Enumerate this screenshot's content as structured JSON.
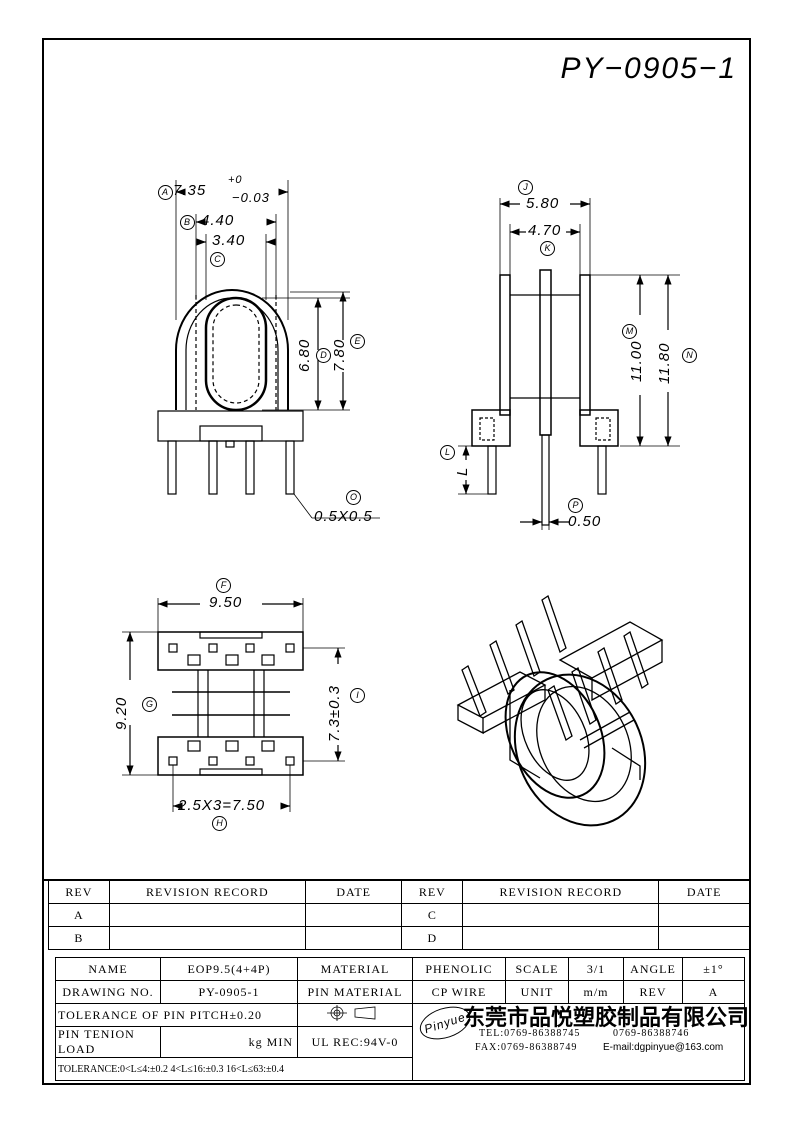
{
  "drawing": {
    "title": "PY−0905−1",
    "top_view": {
      "dims": [
        {
          "id": "A",
          "label": "7.35",
          "tol_plus": "+0",
          "tol_minus": "−0.03"
        },
        {
          "id": "B",
          "label": "4.40"
        },
        {
          "id": "C",
          "label": "3.40"
        },
        {
          "id": "D",
          "label": "6.80"
        },
        {
          "id": "E",
          "label": "7.80"
        },
        {
          "id": "O",
          "label": "0.5X0.5"
        }
      ]
    },
    "side_view": {
      "dims": [
        {
          "id": "J",
          "label": "5.80"
        },
        {
          "id": "K",
          "label": "4.70"
        },
        {
          "id": "M",
          "label": "11.00"
        },
        {
          "id": "N",
          "label": "11.80"
        },
        {
          "id": "L",
          "label": "L"
        },
        {
          "id": "P",
          "label": "0.50"
        }
      ]
    },
    "bottom_view": {
      "dims": [
        {
          "id": "F",
          "label": "9.50"
        },
        {
          "id": "G",
          "label": "9.20"
        },
        {
          "id": "I",
          "label": "7.3±0.3"
        },
        {
          "id": "H",
          "label": "2.5X3=7.50"
        }
      ]
    }
  },
  "revision_table": {
    "headers": [
      "REV",
      "REVISION RECORD",
      "DATE",
      "REV",
      "REVISION RECORD",
      "DATE"
    ],
    "rows": [
      [
        "A",
        "",
        "",
        "C",
        "",
        ""
      ],
      [
        "B",
        "",
        "",
        "D",
        "",
        ""
      ]
    ]
  },
  "title_block": {
    "name_label": "NAME",
    "name_value": "EOP9.5(4+4P)",
    "material_label": "MATERIAL",
    "material_value": "PHENOLIC",
    "scale_label": "SCALE",
    "scale_value": "3/1",
    "angle_label": "ANGLE",
    "angle_value": "±1°",
    "drawing_no_label": "DRAWING NO.",
    "drawing_no_value": "PY-0905-1",
    "pin_material_label": "PIN MATERIAL",
    "pin_material_value": "CP WIRE",
    "unit_label": "UNIT",
    "unit_value": "m/m",
    "rev_label": "REV",
    "rev_value": "A",
    "tolerance_pitch": "TOLERANCE OF PIN PITCH±0.20",
    "pin_tension": "PIN TENION LOAD",
    "pin_tension_value": "kg MIN",
    "ul": "UL REC:94V-0",
    "tolerance_general": "TOLERANCE:0<L≤4:±0.2  4<L≤16:±0.3  16<L≤63:±0.4",
    "logo_text": "Pinyue",
    "company": "东莞市品悦塑胶制品有限公司",
    "tel": "TEL:0769-86388745",
    "tel2": "0769-86388746",
    "fax": "FAX:0769-86388749",
    "email": "E-mail:dgpinyue@163.com"
  }
}
